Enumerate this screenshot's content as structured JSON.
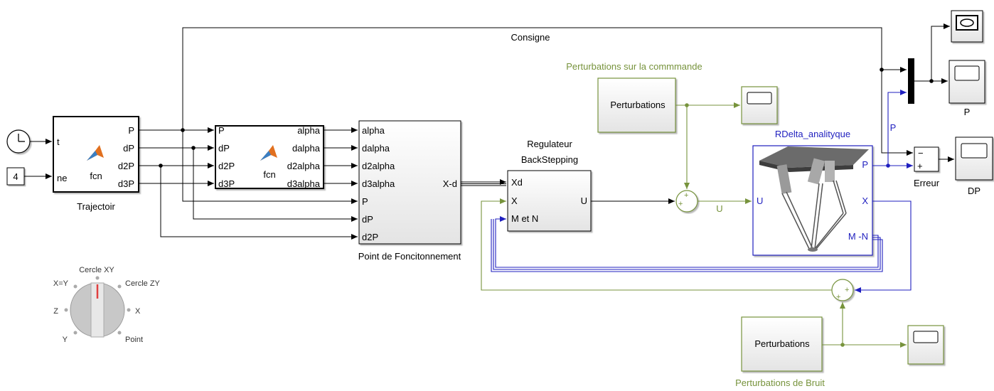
{
  "colors": {
    "signal_black": "#000000",
    "signal_green": "#77933c",
    "signal_blue": "#1f1fbf",
    "block_fill": "#eeeeee"
  },
  "signals": {
    "consigne": "Consigne",
    "u": "U",
    "p": "P"
  },
  "clock": {
    "icon": "clock-icon"
  },
  "constant": {
    "value": "4"
  },
  "trajectoir": {
    "name": "Trajectoir",
    "fcn": "fcn",
    "in": [
      "t",
      "ne"
    ],
    "out": [
      "P",
      "dP",
      "d2P",
      "d3P"
    ]
  },
  "inverse": {
    "fcn": "fcn",
    "in": [
      "P",
      "dP",
      "d2P",
      "d3P"
    ],
    "out": [
      "alpha",
      "dalpha",
      "d2alpha",
      "d3alpha"
    ]
  },
  "point": {
    "name": "Point de Foncitonnement",
    "in": [
      "alpha",
      "dalpha",
      "d2alpha",
      "d3alpha",
      "P",
      "dP",
      "d2P"
    ],
    "out": "X-d"
  },
  "regulateur": {
    "name1": "Regulateur",
    "name2": "BackStepping",
    "in": [
      "Xd",
      "X",
      "M  et  N"
    ],
    "out": "U"
  },
  "pert_cmd": {
    "title": "Perturbations sur la commmande",
    "block": "Perturbations"
  },
  "pert_bruit": {
    "title": "Perturbations de Bruit",
    "block": "Perturbations"
  },
  "robot": {
    "name": "RDelta_analityque",
    "in": "U",
    "out": [
      "P",
      "X",
      "M -N"
    ]
  },
  "erreur": {
    "name": "Erreur",
    "minus": "−",
    "plus": "+"
  },
  "scopes": {
    "p": "P",
    "dp": "DP"
  },
  "selector": {
    "labels": [
      "Cercle XY",
      "Cercle ZY",
      "X",
      "Point",
      "Y",
      "Z",
      "X=Y"
    ]
  },
  "sum": {
    "plus": "+"
  }
}
